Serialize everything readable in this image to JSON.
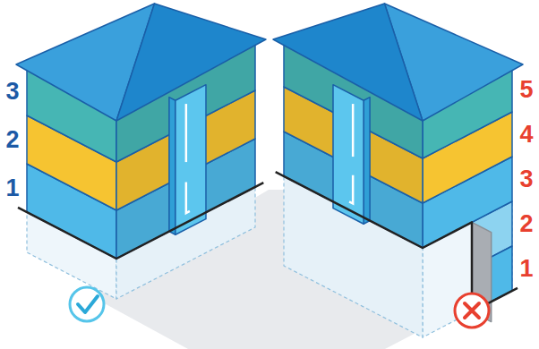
{
  "diagram": {
    "labels": [
      "3",
      "2",
      "1",
      "5",
      "4",
      "3",
      "2",
      "1"
    ]
  }
}
